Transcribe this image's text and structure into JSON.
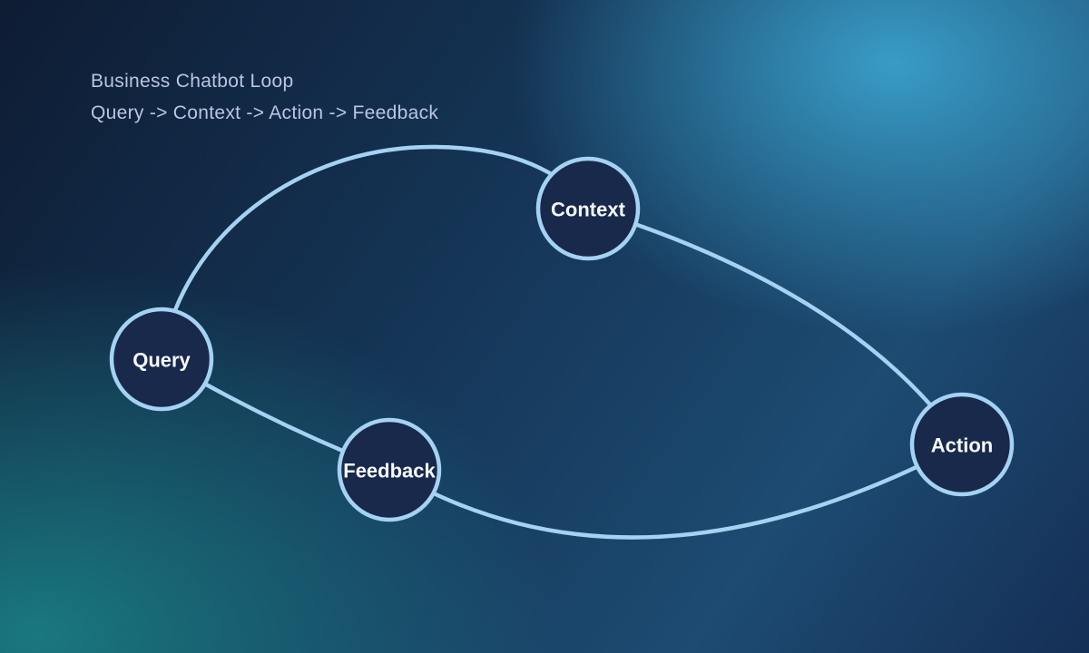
{
  "header": {
    "title": "Business Chatbot Loop",
    "subtitle": "Query -> Context -> Action -> Feedback"
  },
  "diagram": {
    "type": "cycle",
    "nodes": [
      {
        "id": "query",
        "label": "Query"
      },
      {
        "id": "context",
        "label": "Context"
      },
      {
        "id": "action",
        "label": "Action"
      },
      {
        "id": "feedback",
        "label": "Feedback"
      }
    ],
    "edges": [
      {
        "from": "query",
        "to": "context"
      },
      {
        "from": "context",
        "to": "action"
      },
      {
        "from": "action",
        "to": "feedback"
      },
      {
        "from": "feedback",
        "to": "query"
      }
    ],
    "colors": {
      "edge_stroke": "#a5d2f2",
      "node_border": "#a5d2f2",
      "node_fill": "#18294b",
      "node_text": "#f7fafc",
      "header_text": "#b9c5e3"
    }
  }
}
